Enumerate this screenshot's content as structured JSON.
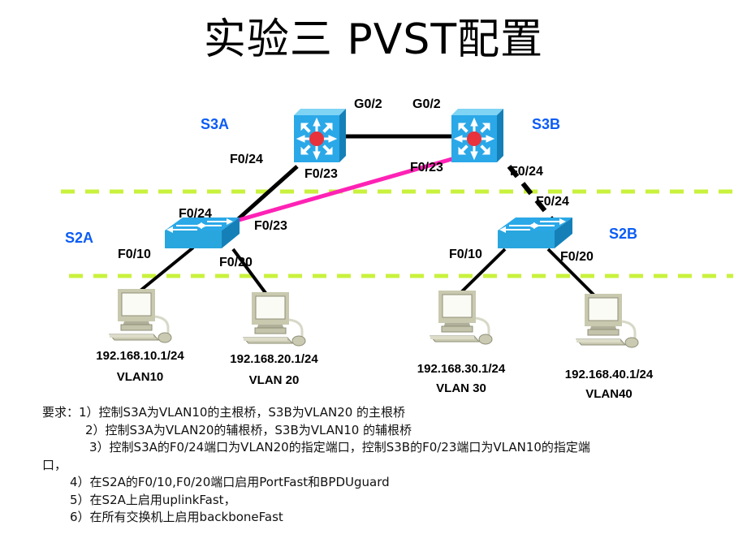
{
  "title": "实验三 PVST配置",
  "devices": [
    {
      "id": "s3a",
      "label": "S3A",
      "type": "layer3-switch"
    },
    {
      "id": "s3b",
      "label": "S3B",
      "type": "layer3-switch"
    },
    {
      "id": "s2a",
      "label": "S2A",
      "type": "layer2-switch"
    },
    {
      "id": "s2b",
      "label": "S2B",
      "type": "layer2-switch"
    }
  ],
  "port_labels": {
    "s3a_s3b_left": "G0/2",
    "s3a_s3b_right": "G0/2",
    "s3a_f024": "F0/24",
    "s3a_f023": "F0/23",
    "s3b_f023": "F0/23",
    "s3b_f024": "F0/24",
    "s2a_f024": "F0/24",
    "s2a_f023": "F0/23",
    "s2a_f010": "F0/10",
    "s2a_f020": "F0/20",
    "s2b_f024": "F0/24",
    "s2b_f010": "F0/10",
    "s2b_f020": "F0/20"
  },
  "hosts": [
    {
      "ip": "192.168.10.1/24",
      "vlan": "VLAN10"
    },
    {
      "ip": "192.168.20.1/24",
      "vlan": "VLAN 20"
    },
    {
      "ip": "192.168.30.1/24",
      "vlan": "VLAN 30"
    },
    {
      "ip": "192.168.40.1/24",
      "vlan": "VLAN40"
    }
  ],
  "requirements": {
    "line1": "要求：1）控制S3A为VLAN10的主根桥，S3B为VLAN20 的主根桥",
    "line2": "2）控制S3A为VLAN20的辅根桥，S3B为VLAN10 的辅根桥",
    "line3": "3）控制S3A的F0/24端口为VLAN20的指定端口，控制S3B的F0/23端口为VLAN10的指定端",
    "line3b": "口，",
    "line4": "4）在S2A的F0/10,F0/20端口启用PortFast和BPDUguard",
    "line5": "5）在S2A上启用uplinkFast，",
    "line6": "6）在所有交换机上启用backboneFast"
  },
  "colors": {
    "device_label": "#0b5cf6",
    "vlan_boundary": "#c9f23c",
    "active_link": "#000000",
    "highlight_link": "#ff22b5",
    "switch_blue": "#2aa8e8",
    "switch_red": "#e8323c",
    "pc_beige": "#c9c9b0"
  },
  "icons": {
    "layer3_switch": "layer3-switch-icon",
    "layer2_switch": "layer2-switch-icon",
    "pc": "pc-icon"
  }
}
